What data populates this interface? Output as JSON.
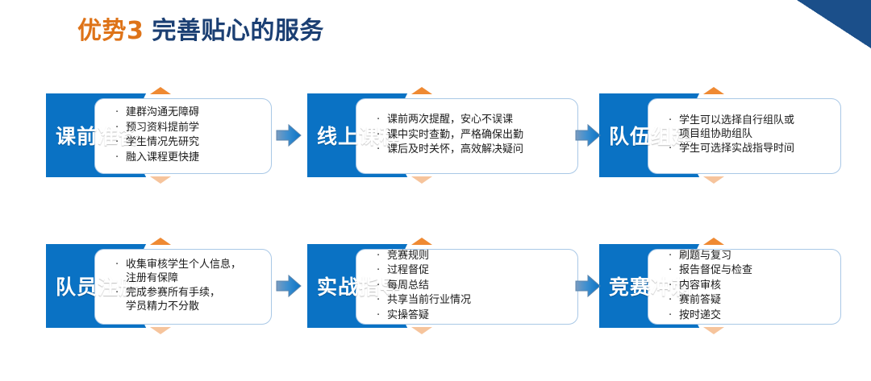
{
  "slide": {
    "title": {
      "badge": "优势3",
      "text": "完善贴心的服务"
    },
    "colors": {
      "accent_orange": "#de7318",
      "title_blue": "#1b3f73",
      "box_blue": "#0a72c4",
      "corner_blue": "#1b4f8a",
      "panel_border": "#a9c8e6",
      "wedge_top": "#ef8a33",
      "wedge_bottom": "#f6c49c"
    },
    "corner_decoration": "triangle-top-right",
    "steps": [
      {
        "label": "课前准备",
        "bullets": [
          "建群沟通无障碍",
          "预习资料提前学",
          "学生情况先研究",
          "融入课程更快捷"
        ]
      },
      {
        "label": "线上课程",
        "bullets": [
          "课前两次提醒，安心不误课",
          "课中实时查勤，严格确保出勤",
          "课后及时关怀，高效解决疑问"
        ]
      },
      {
        "label": "队伍组建",
        "bullets": [
          "学生可以选择自行组队或\n项目组协助组队",
          "学生可选择实战指导时间"
        ]
      },
      {
        "label": "队员注册",
        "bullets": [
          "收集审核学生个人信息，\n注册有保障",
          "完成参赛所有手续，\n学员精力不分散"
        ]
      },
      {
        "label": "实战指导",
        "bullets": [
          "竞赛规则",
          "过程督促",
          "每周总结",
          "共享当前行业情况",
          "实操答疑"
        ]
      },
      {
        "label": "竞赛冲刺",
        "bullets": [
          "刷题与复习",
          "报告督促与检查",
          "内容审核",
          "赛前答疑",
          "按时递交"
        ]
      }
    ],
    "bullet_glyph": "·",
    "arrows": [
      "arrow-right-icon",
      "arrow-right-icon",
      "arrow-right-icon",
      "arrow-right-icon"
    ]
  }
}
